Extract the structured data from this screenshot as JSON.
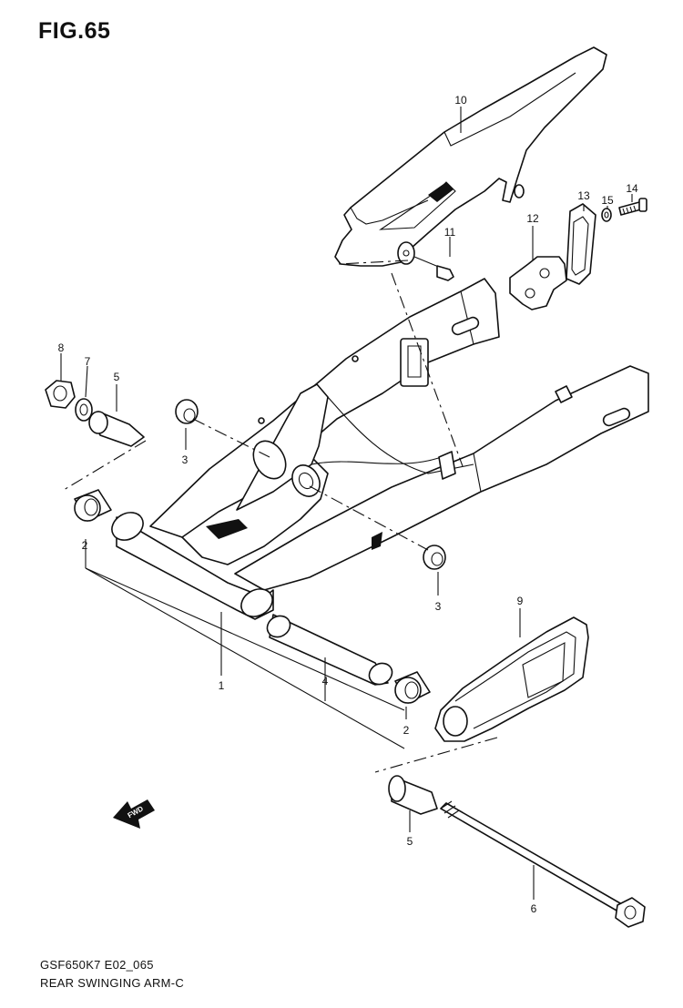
{
  "figure": {
    "title": "FIG.65"
  },
  "callouts": {
    "p1": "1",
    "p2a": "2",
    "p2b": "2",
    "p3a": "3",
    "p3b": "3",
    "p4": "4",
    "p5a": "5",
    "p5b": "5",
    "p6": "6",
    "p7": "7",
    "p8": "8",
    "p9": "9",
    "p10": "10",
    "p11": "11",
    "p12": "12",
    "p13": "13",
    "p14": "14",
    "p15": "15"
  },
  "fwd_arrow": {
    "label": "FWD"
  },
  "footer": {
    "code": "GSF650K7 E02_065",
    "name": "REAR SWINGING ARM-C"
  }
}
